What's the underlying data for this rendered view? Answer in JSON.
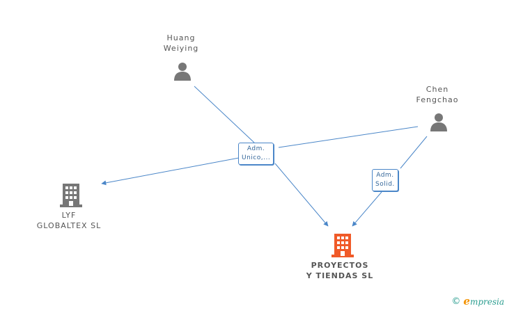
{
  "nodes": [
    {
      "id": "huang",
      "type": "person",
      "lines": [
        "Huang",
        "Weiying"
      ]
    },
    {
      "id": "chen",
      "type": "person",
      "lines": [
        "Chen",
        "Fengchao"
      ]
    },
    {
      "id": "lyf",
      "type": "company",
      "lines": [
        "LYF",
        "GLOBALTEX SL"
      ]
    },
    {
      "id": "proyectos",
      "type": "company-focus",
      "lines": [
        "PROYECTOS",
        "Y TIENDAS SL"
      ]
    }
  ],
  "edges": [
    {
      "label_lines": [
        "Adm.",
        "Unico,..."
      ]
    },
    {
      "label_lines": [
        "Adm.",
        "Solid."
      ]
    }
  ],
  "footer": {
    "copyright": "©",
    "brand_initial": "e",
    "brand_rest": "mpresia"
  },
  "colors": {
    "edge": "#4a86c8",
    "person": "#777777",
    "company": "#777777",
    "focus": "#f05a28",
    "brand": "#2a9d8f"
  }
}
